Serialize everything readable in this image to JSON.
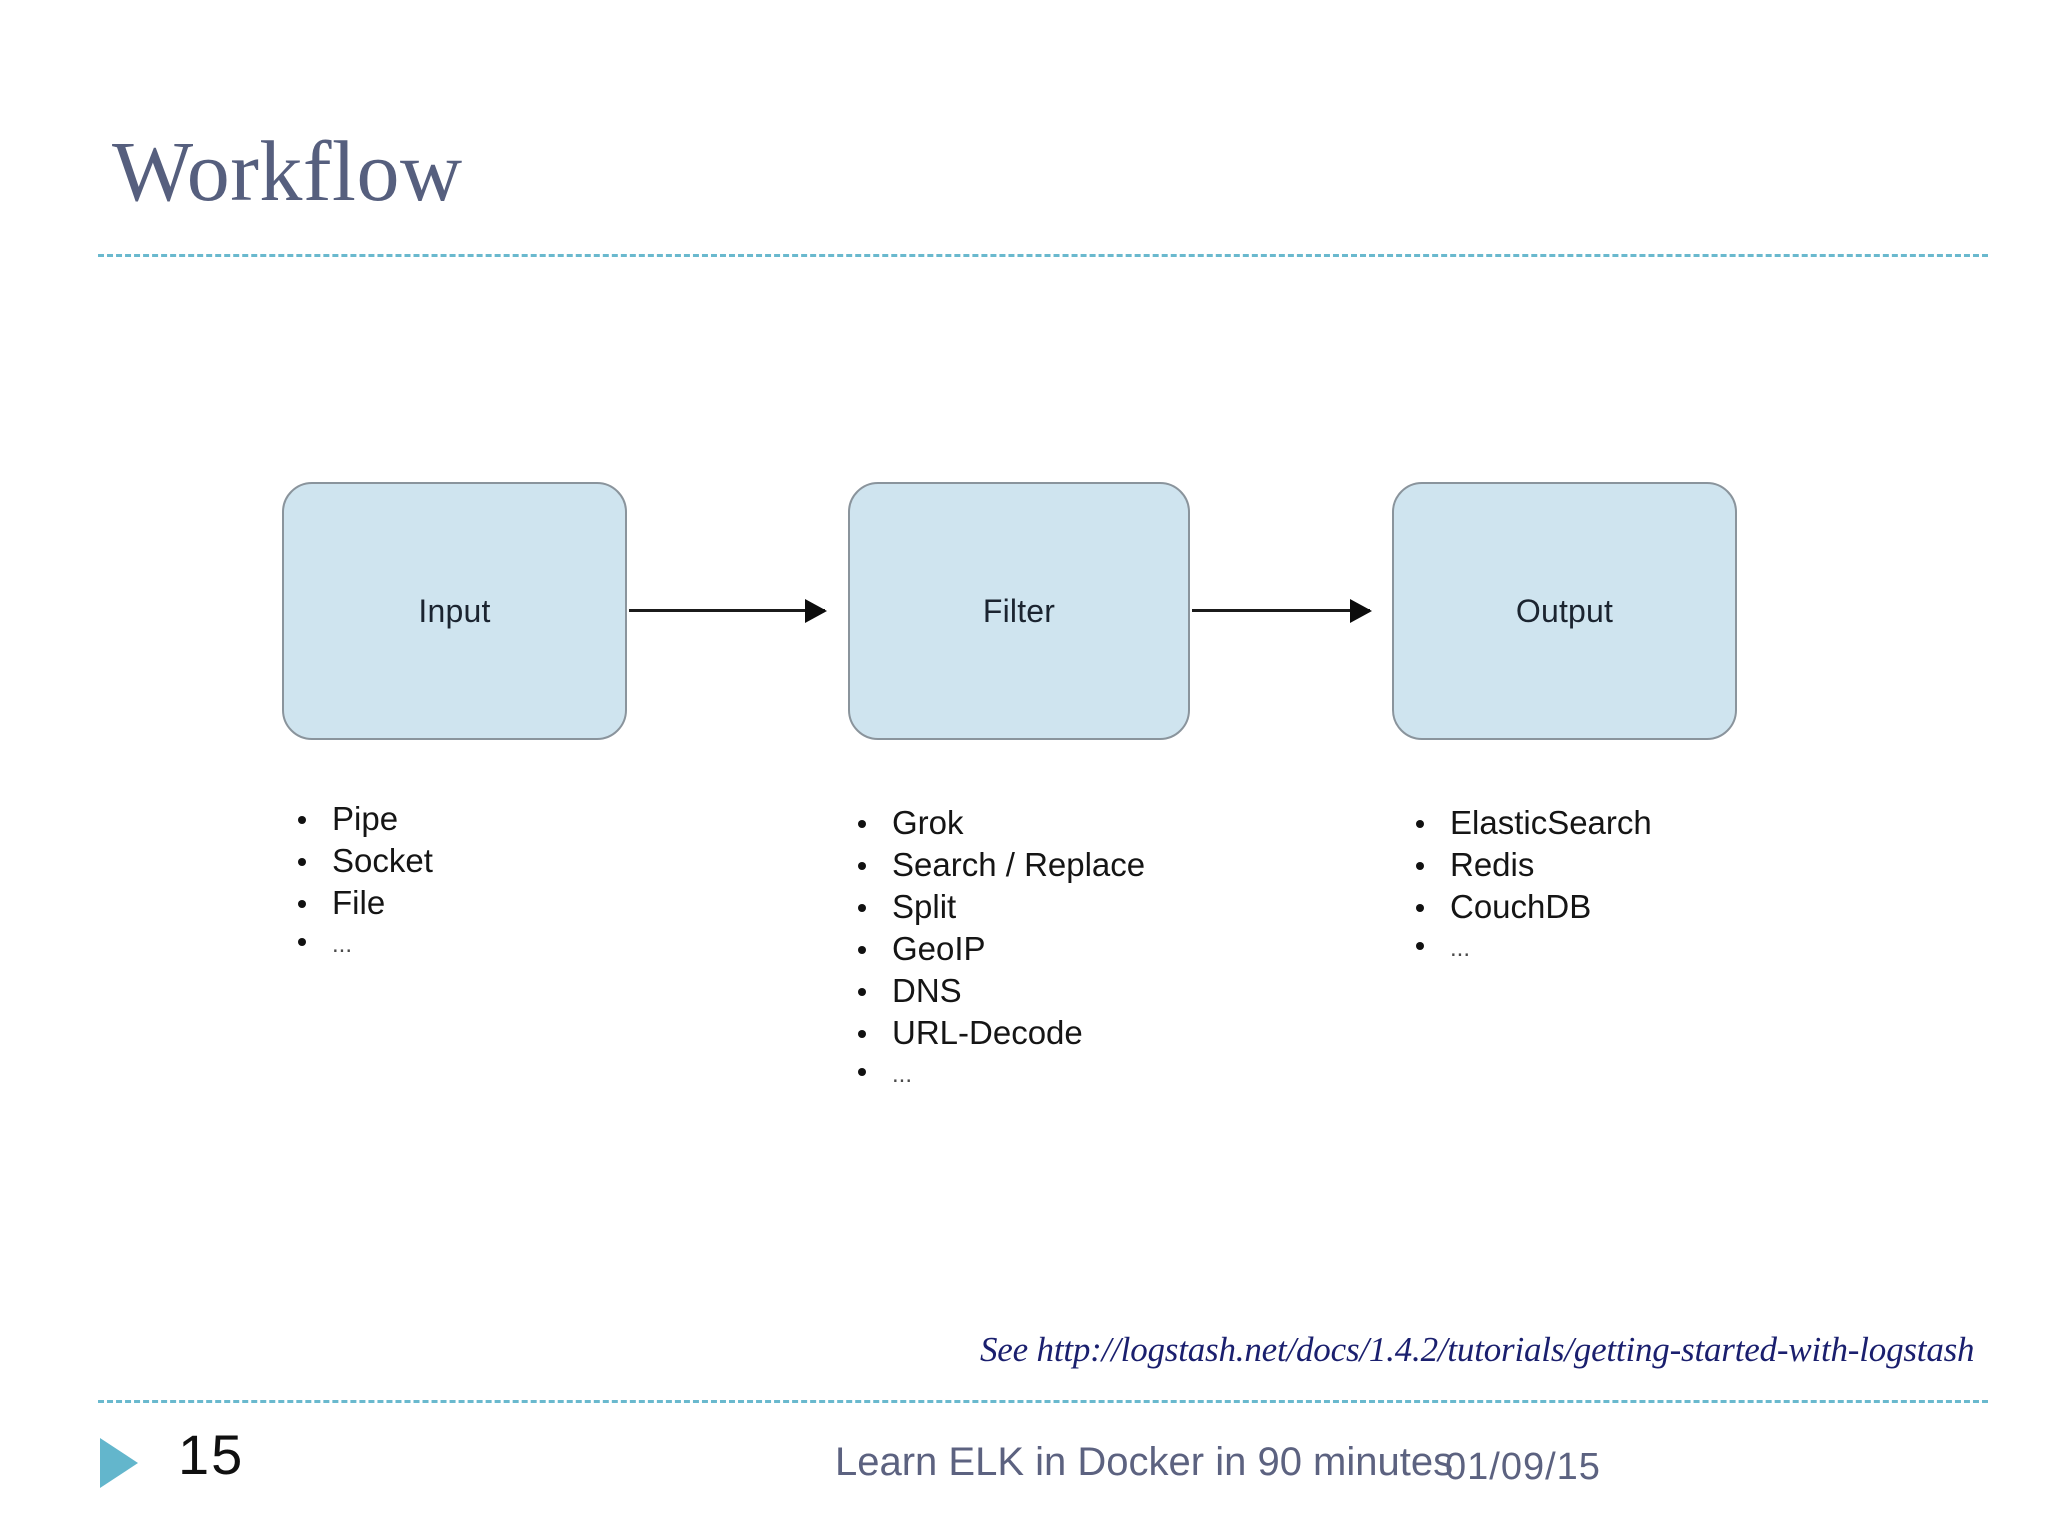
{
  "slide": {
    "title": "Workflow",
    "accent_color": "#63b6cc",
    "title_color": "#565f7e",
    "box_fill_color": "#cfe4ef",
    "box_border_color": "#8a949c",
    "link_color": "#1a1f6e"
  },
  "diagram": {
    "type": "flow",
    "stages": [
      {
        "id": "input",
        "label": "Input",
        "items": [
          "Pipe",
          "Socket",
          "File",
          "..."
        ]
      },
      {
        "id": "filter",
        "label": "Filter",
        "items": [
          "Grok",
          "Search / Replace",
          "Split",
          "GeoIP",
          "DNS",
          "URL-Decode",
          "..."
        ]
      },
      {
        "id": "output",
        "label": "Output",
        "items": [
          "ElasticSearch",
          "Redis",
          "CouchDB",
          "..."
        ]
      }
    ],
    "connections": [
      {
        "from": "input",
        "to": "filter",
        "arrow": "right"
      },
      {
        "from": "filter",
        "to": "output",
        "arrow": "right"
      }
    ]
  },
  "reference": {
    "prefix": "See ",
    "url": "http://logstash.net/docs/1.4.2/tutorials/getting-started-with-logstash"
  },
  "footer": {
    "page_number": "15",
    "center_text": "Learn ELK in Docker in 90 minutes",
    "date": "01/09/15"
  }
}
